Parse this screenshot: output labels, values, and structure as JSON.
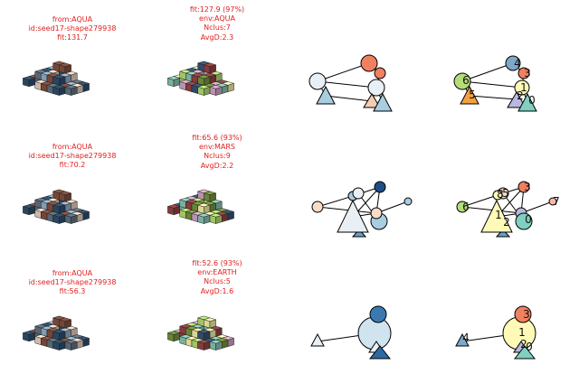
{
  "rows": [
    {
      "left_caption": [
        "from:AQUA",
        "id:seed17-shape279938",
        "fit:131.7"
      ],
      "mid_caption": [
        "fit:127.9 (97%)",
        "env:AQUA",
        "Nclus:7",
        "AvgD:2.3"
      ],
      "graph_b_labels": [
        "4",
        "3",
        "6",
        "1",
        "2",
        "5",
        "0"
      ]
    },
    {
      "left_caption": [
        "from:AQUA",
        "id:seed17-shape279938",
        "fit:70.2"
      ],
      "mid_caption": [
        "fit:65.6 (93%)",
        "env:MARS",
        "Nclus:9",
        "AvgD:2.2"
      ],
      "graph_b_labels": [
        "3",
        "8",
        "5",
        "7",
        "6",
        "1",
        "2",
        "0"
      ]
    },
    {
      "left_caption": [
        "from:AQUA",
        "id:seed17-shape279938",
        "fit:56.3"
      ],
      "mid_caption": [
        "fit:52.6 (93%)",
        "env:EARTH",
        "Nclus:5",
        "AvgD:1.6"
      ],
      "graph_b_labels": [
        "3",
        "1",
        "4",
        "2",
        "0"
      ]
    }
  ],
  "colors": {
    "caption": "#e02020",
    "aqua_cubes": [
      "#5a6a78",
      "#8aa4b8",
      "#7b4a3a",
      "#2a4a66",
      "#d8c2b2"
    ],
    "env_cubes": [
      "#6e8a3a",
      "#a8cf6a",
      "#e6e29a",
      "#7fb8a8",
      "#334e6e",
      "#8b3f3f",
      "#c49ab8"
    ]
  }
}
